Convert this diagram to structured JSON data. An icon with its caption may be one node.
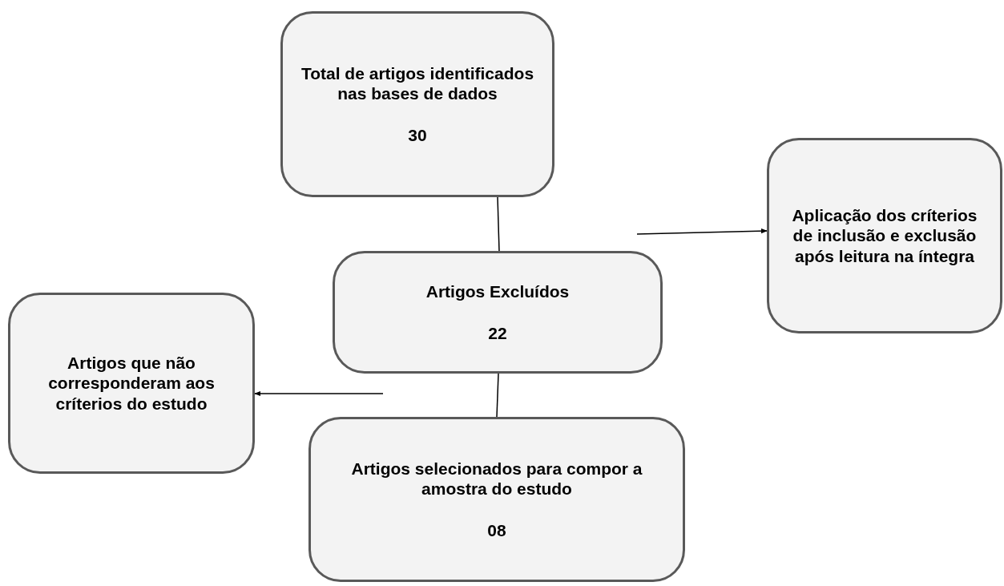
{
  "diagram": {
    "nodes": [
      {
        "text": [
          "Total de artigos identificados nas bases de dados",
          "30"
        ]
      },
      {
        "text": [
          "Aplicação dos críterios de inclusão e exclusão após leitura na íntegra"
        ]
      },
      {
        "text": [
          "Artigos Excluídos",
          "22"
        ]
      },
      {
        "text": [
          "Artigos que não corresponderam aos críterios do estudo"
        ]
      },
      {
        "text": [
          "Artigos selecionados para compor a amostra do estudo",
          "08"
        ]
      }
    ],
    "edges": [
      {
        "from": 0,
        "to": 2,
        "arrow": "none"
      },
      {
        "from": 2,
        "to": 4,
        "arrow": "none"
      },
      {
        "from": null,
        "to": 1,
        "arrow": "to"
      },
      {
        "from": null,
        "to": 3,
        "arrow": "to"
      }
    ]
  }
}
